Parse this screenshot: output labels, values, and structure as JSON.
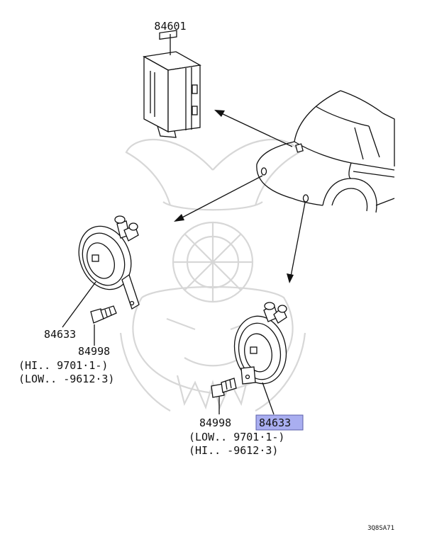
{
  "watermark": {
    "icon": "samurai-helmet-watermark"
  },
  "parts": {
    "control_unit": {
      "number": "84601"
    },
    "horn_left": {
      "number": "84633"
    },
    "bolt_left": {
      "number": "84998",
      "note_1": "(HI.. 9701·1-)",
      "note_2": "(LOW.. -9612·3)"
    },
    "bolt_right": {
      "number": "84998",
      "note_1": "(LOW.. 9701·1-)",
      "note_2": "(HI.. -9612·3)"
    },
    "horn_right": {
      "number": "84633",
      "highlighted": true,
      "highlight_color": "#a9aef0"
    }
  },
  "diagram_code": "3Q8SA71"
}
